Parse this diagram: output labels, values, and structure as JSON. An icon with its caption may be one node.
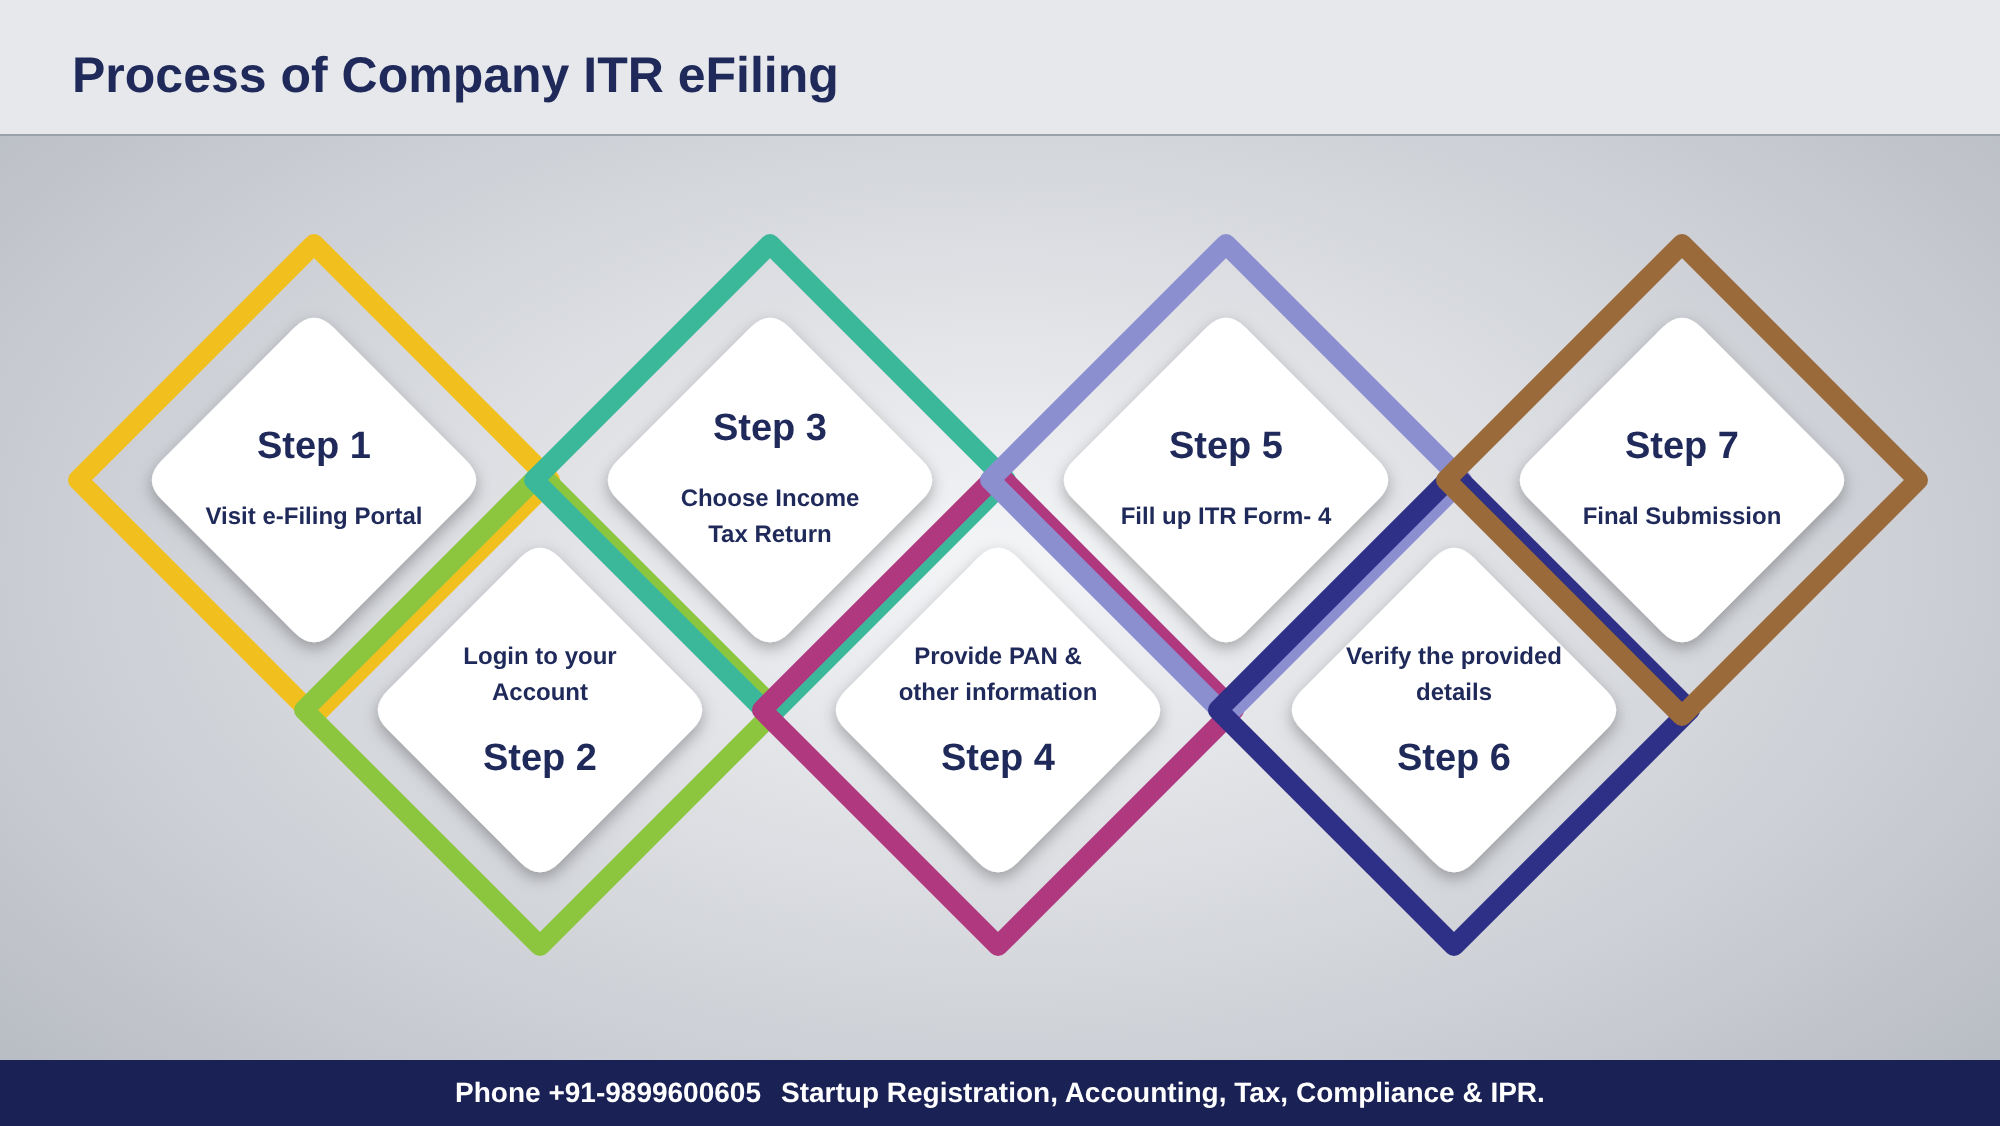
{
  "diagram": {
    "title": "Process of Company ITR eFiling",
    "nodes": [
      {
        "text": [
          "Step 1",
          "Visit e-Filing Portal"
        ]
      },
      {
        "text": [
          "Login to your Account",
          "Step 2"
        ]
      },
      {
        "text": [
          "Step 3",
          "Choose Income Tax Return"
        ]
      },
      {
        "text": [
          "Provide PAN & other information",
          "Step 4"
        ]
      },
      {
        "text": [
          "Step 5",
          "Fill up ITR Form- 4"
        ]
      },
      {
        "text": [
          "Verify the provided details",
          "Step 6"
        ]
      },
      {
        "text": [
          "Step 7",
          "Final Submission"
        ]
      }
    ],
    "labels": [
      "Phone +91-9899600605",
      "Startup Registration, Accounting, Tax, Compliance & IPR."
    ]
  }
}
